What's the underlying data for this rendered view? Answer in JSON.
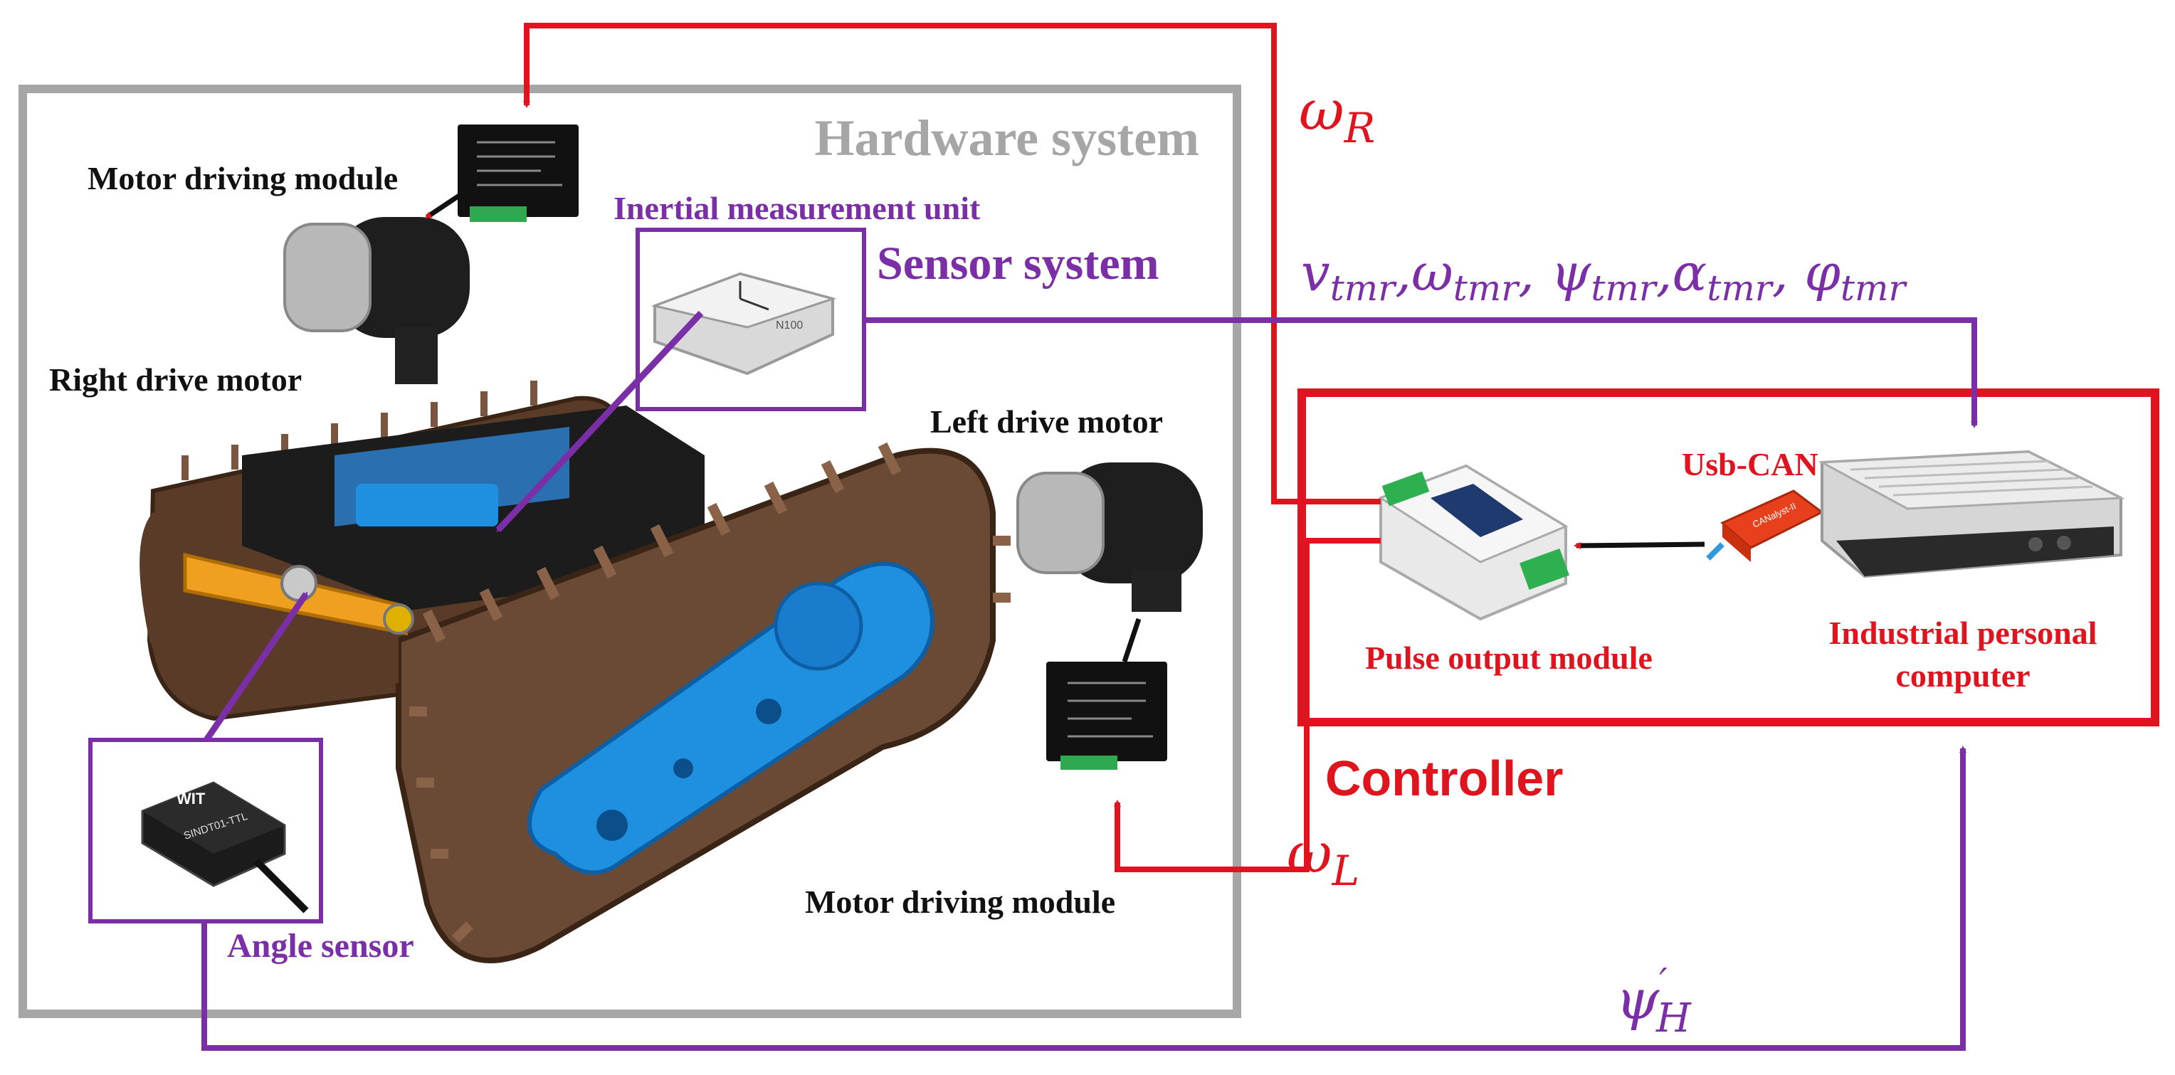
{
  "hardware": {
    "title": "Hardware system"
  },
  "sensor": {
    "title": "Sensor system"
  },
  "controller": {
    "title": "Controller"
  },
  "labels": {
    "motor_driving_top": "Motor driving module",
    "right_motor": "Right drive motor",
    "imu": "Inertial measurement unit",
    "left_motor": "Left drive motor",
    "angle_sensor": "Angle sensor",
    "motor_driving_bottom": "Motor driving module",
    "usb_can": "Usb-CAN",
    "pulse_output": "Pulse output module",
    "ipc_line1": "Industrial personal",
    "ipc_line2": "computer"
  },
  "signals": {
    "omega_r": {
      "sym": "ω",
      "sub": "R"
    },
    "omega_l": {
      "sym": "ω",
      "sub": "L"
    },
    "psi_h": {
      "sym": "ψ",
      "sub": "H",
      "sup": "′"
    },
    "state": [
      {
        "sym": "v",
        "sub": "tmr",
        "sep": ","
      },
      {
        "sym": "ω",
        "sub": "tmr",
        "sep": ", "
      },
      {
        "sym": "ψ",
        "sub": "tmr",
        "sep": ","
      },
      {
        "sym": "α",
        "sub": "tmr",
        "sep": ", "
      },
      {
        "sym": "φ",
        "sub": "tmr",
        "sep": ""
      }
    ]
  },
  "devices": {
    "imu_model": "N100",
    "angle_model": "SINDT01-TTL",
    "brand": "WIT",
    "usbcan_model": "CANalyst-II"
  },
  "colors": {
    "red": "#e0141e",
    "purple": "#7b2fa6",
    "gray": "#a6a6a6",
    "track": "#6b4a35",
    "blue_plate": "#1f8fe0",
    "black": "#111111"
  }
}
